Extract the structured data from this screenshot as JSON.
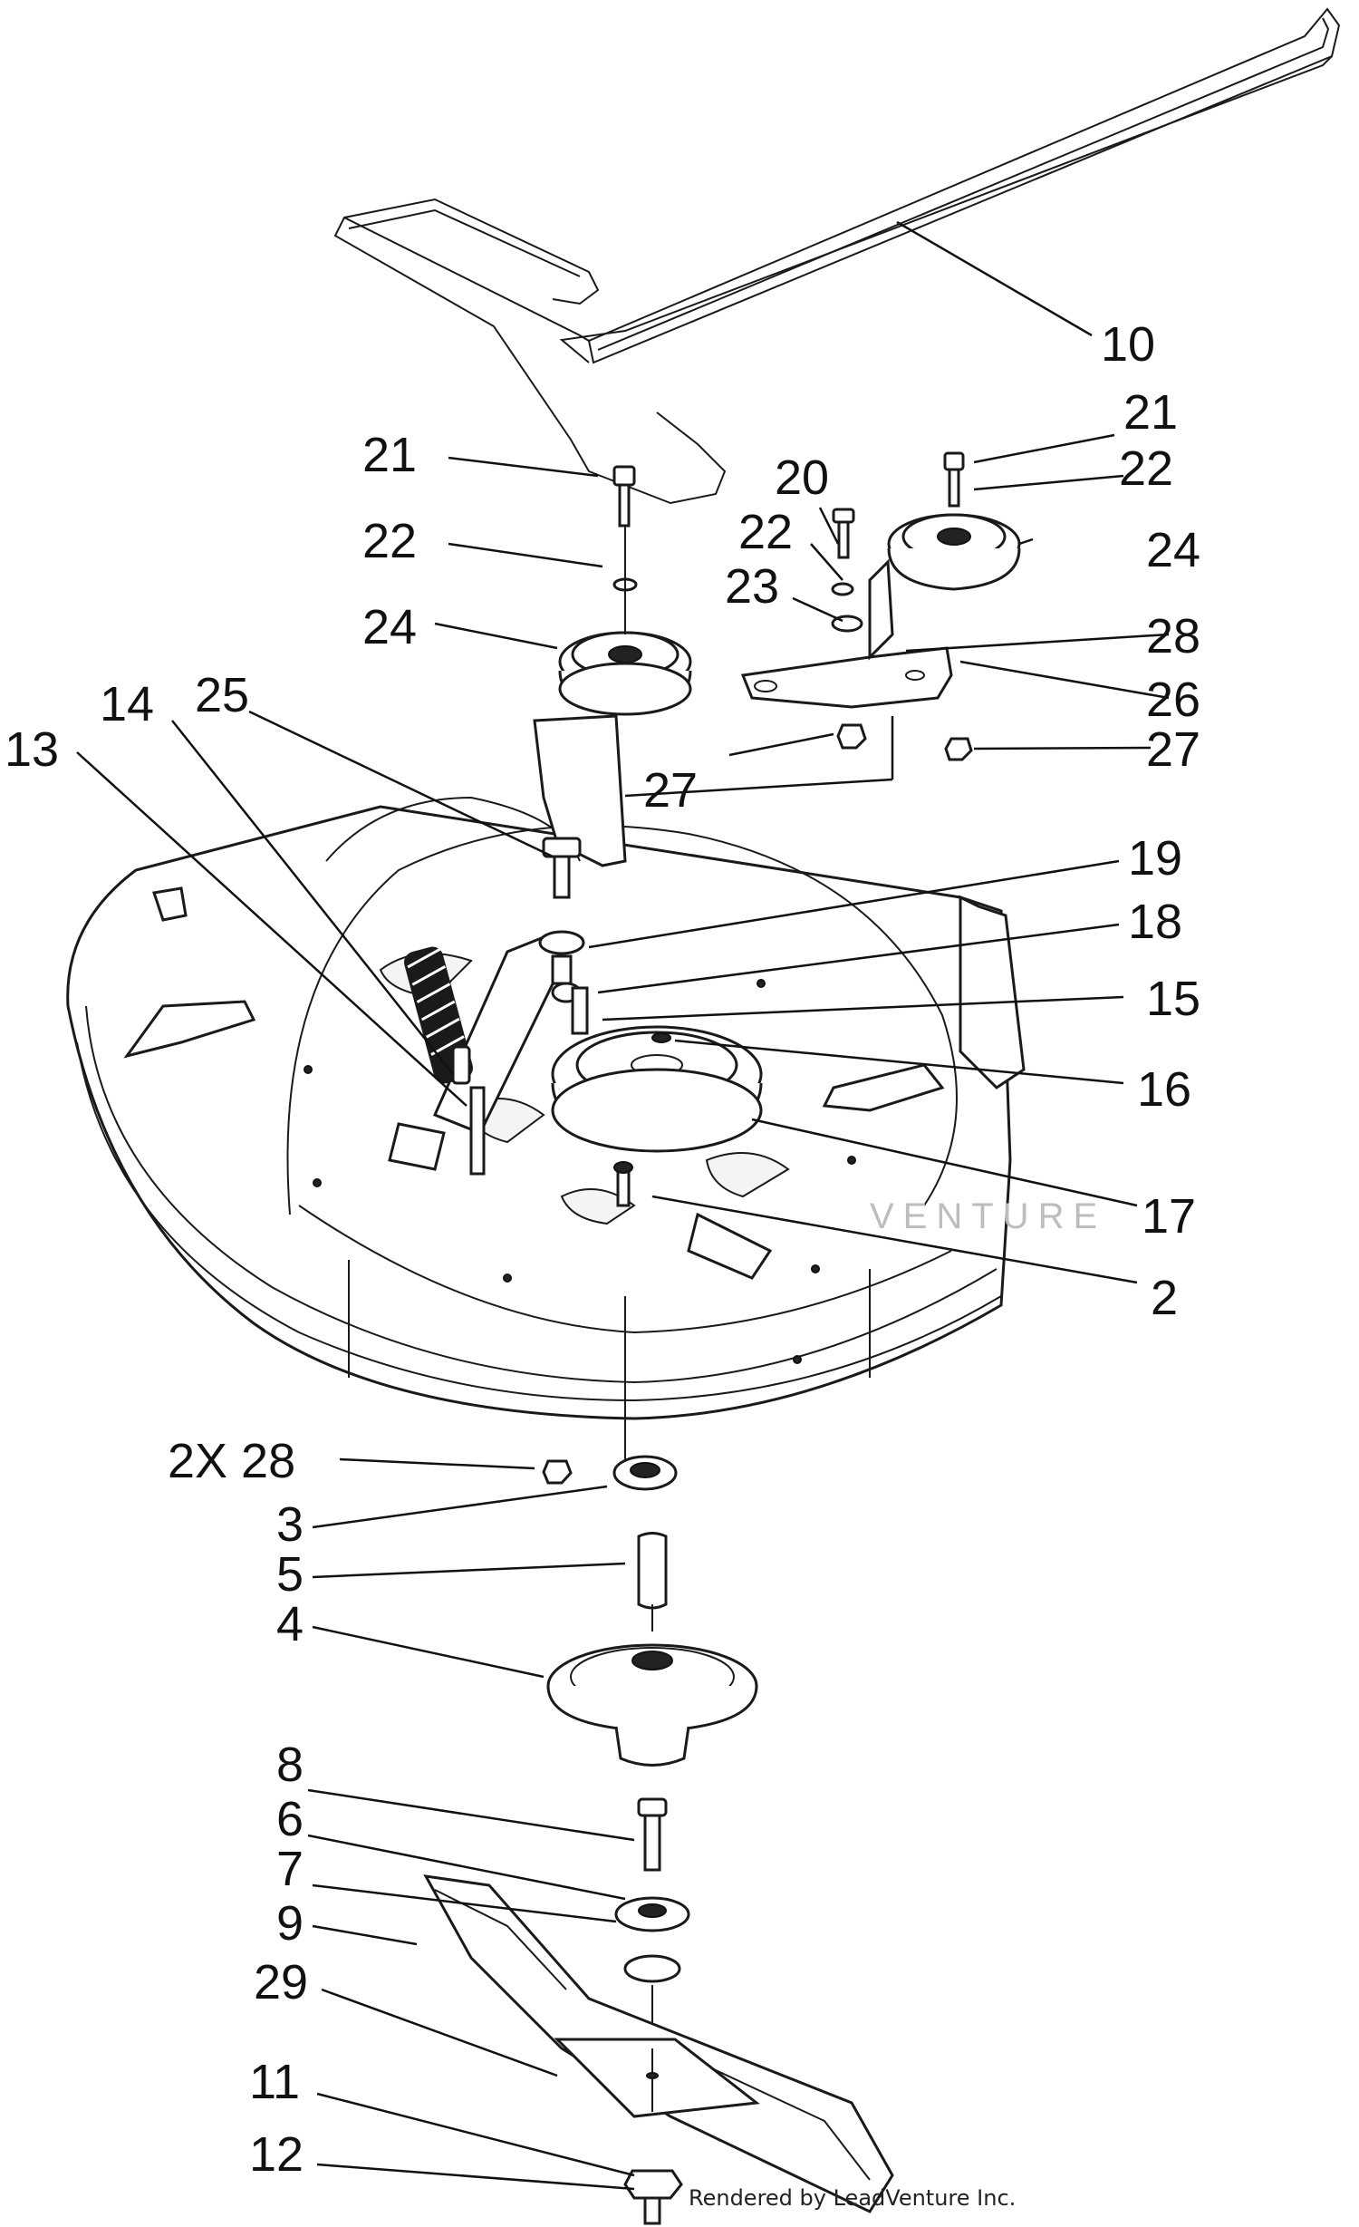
{
  "diagram": {
    "callouts": [
      {
        "id": "c10",
        "label": "10"
      },
      {
        "id": "c21a",
        "label": "21"
      },
      {
        "id": "c21b",
        "label": "21"
      },
      {
        "id": "c22a",
        "label": "22"
      },
      {
        "id": "c22b",
        "label": "22"
      },
      {
        "id": "c22c",
        "label": "22"
      },
      {
        "id": "c20",
        "label": "20"
      },
      {
        "id": "c23",
        "label": "23"
      },
      {
        "id": "c24a",
        "label": "24"
      },
      {
        "id": "c24b",
        "label": "24"
      },
      {
        "id": "c28",
        "label": "28"
      },
      {
        "id": "c26",
        "label": "26"
      },
      {
        "id": "c27a",
        "label": "27"
      },
      {
        "id": "c27b",
        "label": "27"
      },
      {
        "id": "c25",
        "label": "25"
      },
      {
        "id": "c14",
        "label": "14"
      },
      {
        "id": "c13",
        "label": "13"
      },
      {
        "id": "c19",
        "label": "19"
      },
      {
        "id": "c18",
        "label": "18"
      },
      {
        "id": "c15",
        "label": "15"
      },
      {
        "id": "c16",
        "label": "16"
      },
      {
        "id": "c17",
        "label": "17"
      },
      {
        "id": "c2",
        "label": "2"
      },
      {
        "id": "c2x28",
        "label": "2X 28"
      },
      {
        "id": "c3",
        "label": "3"
      },
      {
        "id": "c5",
        "label": "5"
      },
      {
        "id": "c4",
        "label": "4"
      },
      {
        "id": "c8",
        "label": "8"
      },
      {
        "id": "c6",
        "label": "6"
      },
      {
        "id": "c7",
        "label": "7"
      },
      {
        "id": "c9",
        "label": "9"
      },
      {
        "id": "c29",
        "label": "29"
      },
      {
        "id": "c11",
        "label": "11"
      },
      {
        "id": "c12",
        "label": "12"
      }
    ],
    "deck_watermark": "VENTURE",
    "credit": "Rendered by LeadVenture Inc."
  }
}
